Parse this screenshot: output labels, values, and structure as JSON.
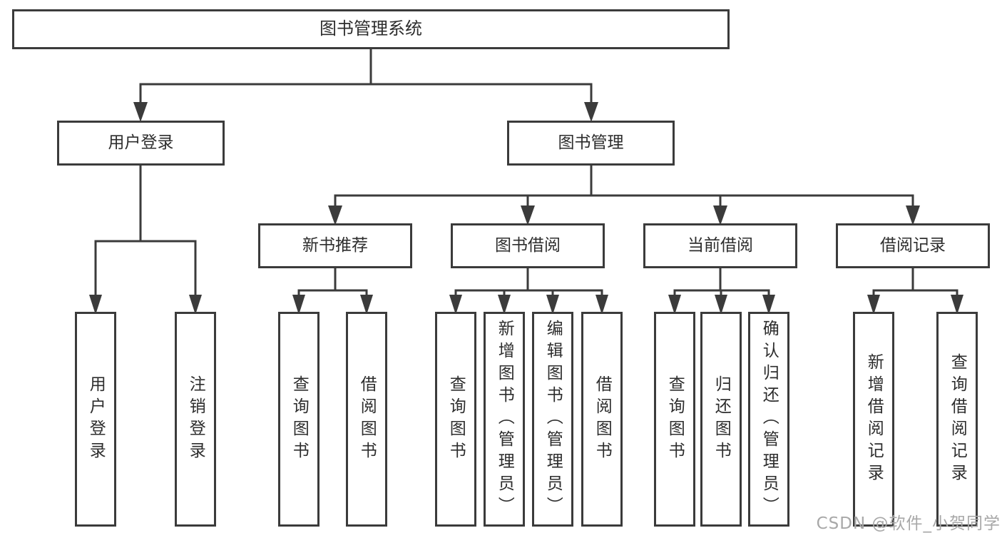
{
  "diagram": {
    "root": {
      "label": "图书管理系统"
    },
    "level2": [
      {
        "label": "用户登录"
      },
      {
        "label": "图书管理"
      }
    ],
    "level3": [
      {
        "label": "新书推荐"
      },
      {
        "label": "图书借阅"
      },
      {
        "label": "当前借阅"
      },
      {
        "label": "借阅记录"
      }
    ],
    "level4": {
      "user": [
        {
          "label": "用户登录"
        },
        {
          "label": "注销登录"
        }
      ],
      "newbook": [
        {
          "label": "查询图书"
        },
        {
          "label": "借阅图书"
        }
      ],
      "borrow": [
        {
          "label": "查询图书"
        },
        {
          "label": "新增图书（管理员）"
        },
        {
          "label": "编辑图书（管理员）"
        },
        {
          "label": "借阅图书"
        }
      ],
      "current": [
        {
          "label": "查询图书"
        },
        {
          "label": "归还图书"
        },
        {
          "label": "确认归还（管理员）"
        }
      ],
      "records": [
        {
          "label": "新增借阅记录"
        },
        {
          "label": "查询借阅记录"
        }
      ]
    }
  },
  "watermark": {
    "text": "CSDN @软件_小贺同学"
  },
  "colors": {
    "line": "#3b3b3b",
    "text": "#2d2d2d",
    "background": "#ffffff",
    "watermark": "#a8a8a8"
  }
}
